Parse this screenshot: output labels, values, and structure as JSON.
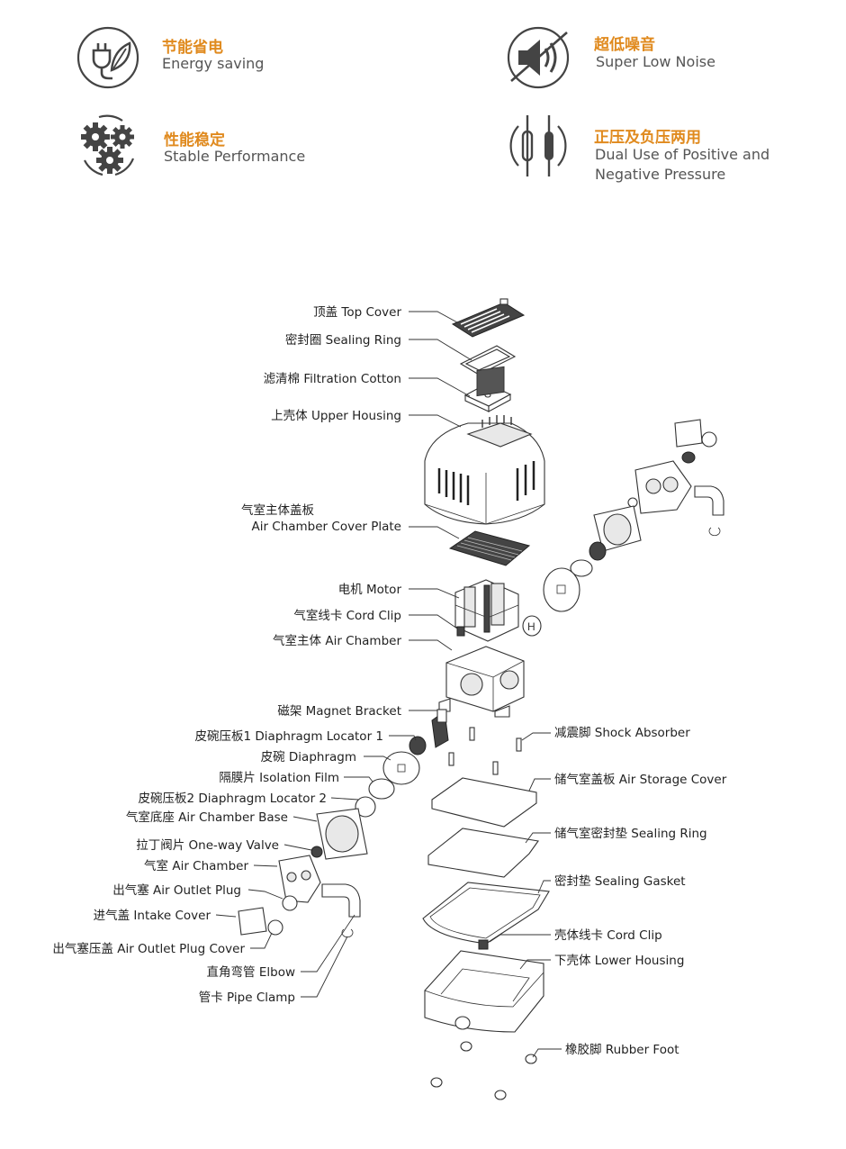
{
  "features": [
    {
      "id": "energy",
      "icon": "plug-leaf-icon",
      "cn": "节能省电",
      "en": [
        "Energy saving"
      ]
    },
    {
      "id": "noise",
      "icon": "muted-speaker-icon",
      "cn": "超低噪音",
      "en": [
        "Super Low Noise"
      ]
    },
    {
      "id": "stable",
      "icon": "gears-icon",
      "cn": "性能稳定",
      "en": [
        "Stable Performance"
      ]
    },
    {
      "id": "dual",
      "icon": "dual-pressure-icon",
      "cn": "正压及负压两用",
      "en": [
        "Dual Use of Positive and",
        "Negative Pressure"
      ]
    }
  ],
  "parts": {
    "top_cover": "顶盖 Top Cover",
    "sealing_ring": "密封圈 Sealing Ring",
    "filtration_cotton": "滤清棉 Filtration Cotton",
    "upper_housing": "上壳体 Upper Housing",
    "cover_plate_cn": "气室主体盖板",
    "cover_plate_en": "Air Chamber Cover Plate",
    "motor": "电机  Motor",
    "cord_clip_1": "气室线卡 Cord Clip",
    "air_chamber_main": "气室主体 Air Chamber",
    "magnet_bracket": "磁架 Magnet Bracket",
    "diaphragm_locator_1": "皮碗压板1 Diaphragm Locator 1",
    "diaphragm": "皮碗 Diaphragm",
    "isolation_film": "隔膜片 Isolation Film",
    "diaphragm_locator_2": "皮碗压板2 Diaphragm Locator 2",
    "air_chamber_base": "气室底座 Air Chamber Base",
    "one_way_valve": "拉丁阀片 One-way Valve",
    "air_chamber": "气室 Air Chamber",
    "air_outlet_plug": "出气塞 Air Outlet Plug",
    "intake_cover": "进气盖 Intake Cover",
    "air_outlet_plug_cover": "出气塞压盖 Air Outlet Plug Cover",
    "elbow": "直角弯管 Elbow",
    "pipe_clamp": "管卡 Pipe Clamp",
    "shock_absorber": "减震脚 Shock Absorber",
    "air_storage_cover": "储气室盖板 Air Storage Cover",
    "storage_sealing_ring": "储气室密封垫 Sealing Ring",
    "sealing_gasket": "密封垫 Sealing Gasket",
    "cord_clip_2": "壳体线卡 Cord Clip",
    "lower_housing": "下壳体 Lower Housing",
    "rubber_foot": "橡胶脚 Rubber Foot"
  }
}
